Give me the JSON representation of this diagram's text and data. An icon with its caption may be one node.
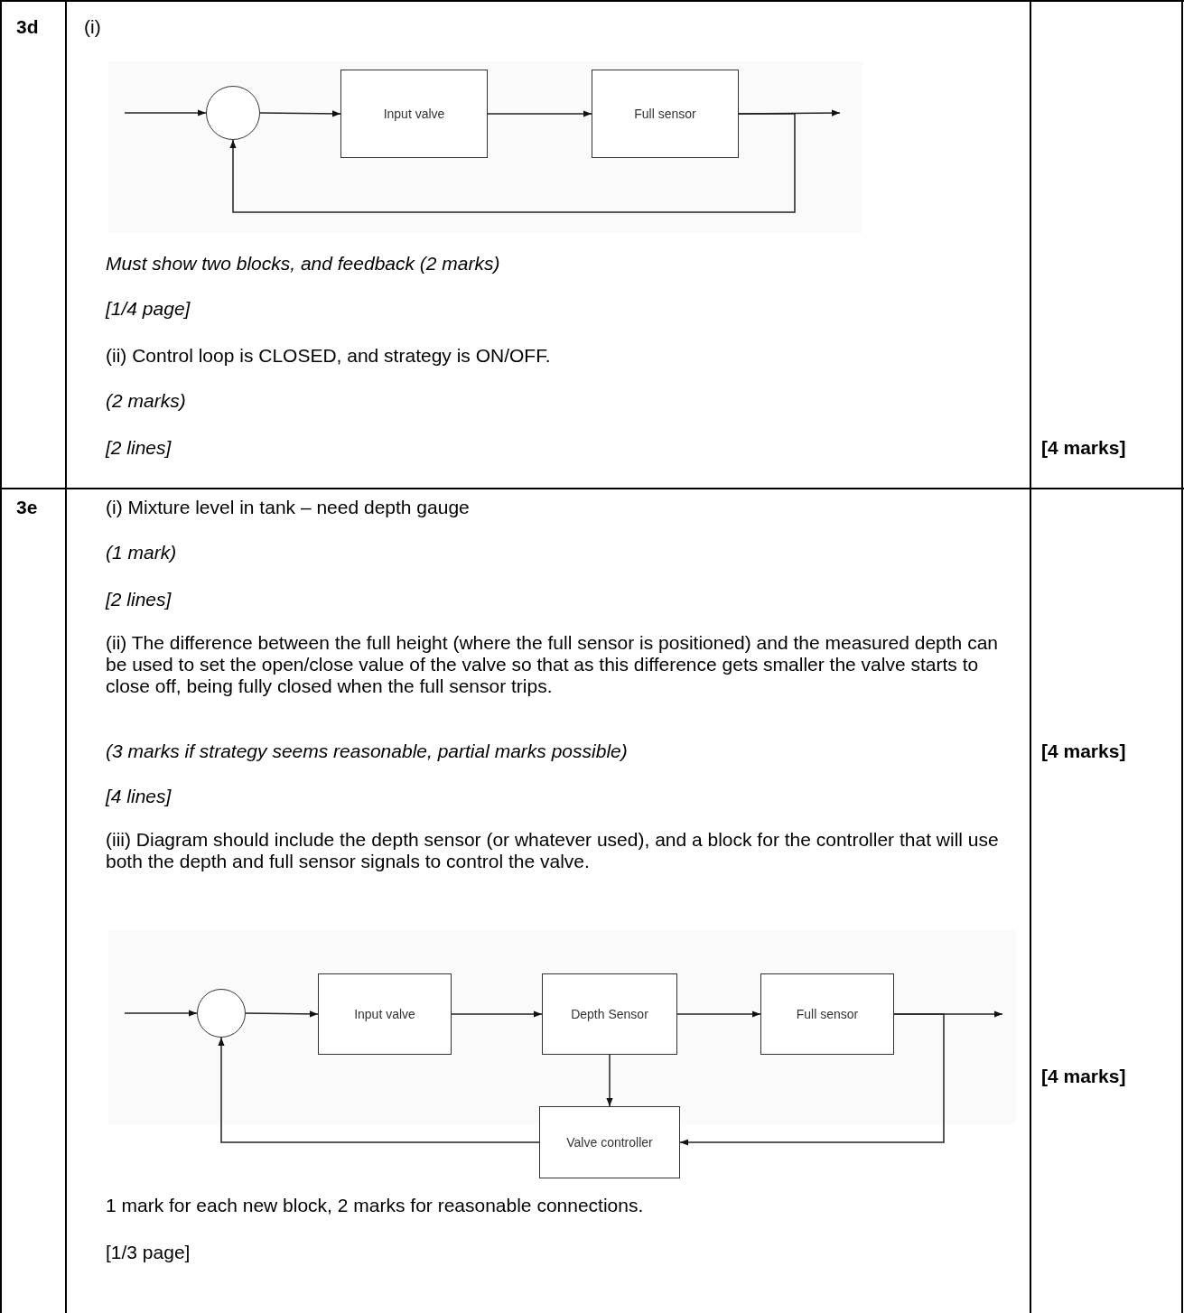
{
  "diagram": {
    "nodes": [
      {
        "text": [],
        "shape": "circle"
      },
      {
        "text": [
          "Input valve"
        ]
      },
      {
        "text": [
          "Full sensor"
        ]
      },
      {
        "text": [],
        "shape": "circle"
      },
      {
        "text": [
          "Input valve"
        ]
      },
      {
        "text": [
          "Depth Sensor"
        ]
      },
      {
        "text": [
          "Full sensor"
        ]
      },
      {
        "text": [
          "Valve controller"
        ]
      }
    ],
    "edges": [
      {
        "from": null,
        "to": 0,
        "arrow": "to"
      },
      {
        "from": 0,
        "to": 1,
        "arrow": "to"
      },
      {
        "from": 1,
        "to": 2,
        "arrow": "to"
      },
      {
        "from": 2,
        "to": null,
        "arrow": "to"
      },
      {
        "from": 2,
        "to": 0,
        "arrow": "to"
      },
      {
        "from": null,
        "to": 3,
        "arrow": "to"
      },
      {
        "from": 3,
        "to": 4,
        "arrow": "to"
      },
      {
        "from": 4,
        "to": 5,
        "arrow": "to"
      },
      {
        "from": 5,
        "to": 6,
        "arrow": "to"
      },
      {
        "from": 6,
        "to": null,
        "arrow": "to"
      },
      {
        "from": 6,
        "to": 7,
        "arrow": "to"
      },
      {
        "from": 5,
        "to": 7,
        "arrow": "to"
      },
      {
        "from": 7,
        "to": 3,
        "arrow": "to"
      }
    ],
    "labels": [
      "3d",
      "(i)",
      "Must show two blocks, and feedback (2 marks)",
      "[1/4 page]",
      "(ii) Control loop is CLOSED, and strategy is ON/OFF.",
      "(2 marks)",
      "[2 lines]",
      "[4 marks]",
      "3e",
      "(i) Mixture level in tank – need depth gauge",
      "(1 mark)",
      "[2 lines]",
      "(ii) The difference between the full height (where the full sensor is positioned) and the measured depth can be used to set the open/close value of the valve so that as this difference gets smaller the valve starts to close off, being fully closed when the full sensor trips.",
      "(3 marks if strategy seems reasonable, partial marks possible)",
      "[4 marks]",
      "[4 lines]",
      "(iii) Diagram should include the depth sensor (or whatever used), and a block for the controller that will use both the depth and full sensor signals to control the valve.",
      "[4 marks]",
      "1 mark for each new block, 2 marks for reasonable connections.",
      "[1/3 page]"
    ]
  }
}
